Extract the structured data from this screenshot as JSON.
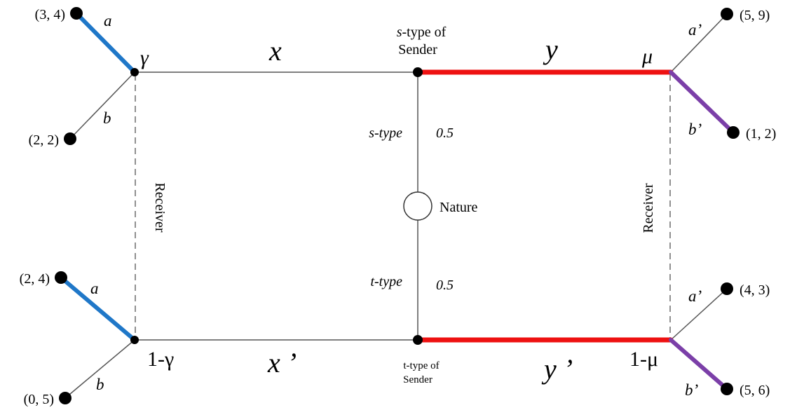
{
  "diagram": {
    "nodes": {
      "sender_s": {
        "label_line1": "s",
        "label_line1_suffix": "-type of",
        "label_line2": "Sender"
      },
      "sender_t": {
        "label_line1": "t-type of",
        "label_line2": "Sender"
      },
      "nature": {
        "label": "Nature"
      },
      "left_top": {
        "belief": "γ"
      },
      "left_bottom": {
        "belief": "1-γ"
      },
      "right_top": {
        "belief": "μ"
      },
      "right_bottom": {
        "belief": "1-μ"
      }
    },
    "edges": {
      "x": "x",
      "x_prime": "x ’",
      "y": "y",
      "y_prime": "y ’",
      "s_type": "s-type",
      "t_type": "t-type",
      "prob_s": "0.5",
      "prob_t": "0.5",
      "a_top_left": "a",
      "b_top_left": "b",
      "a_bottom_left": "a",
      "b_bottom_left": "b",
      "a_top_right": "a’",
      "b_top_right": "b’",
      "a_bottom_right": "a’",
      "b_bottom_right": "b’"
    },
    "info_sets": {
      "left": "Receiver",
      "right": "Receiver"
    },
    "payoffs": {
      "top_left_a": "(3, 4)",
      "top_left_b": "(2, 2)",
      "bottom_left_a": "(2, 4)",
      "bottom_left_b": "(0, 5)",
      "top_right_a": "(5, 9)",
      "top_right_b": "(1, 2)",
      "bottom_right_a": "(4, 3)",
      "bottom_right_b": "(5, 6)"
    },
    "colors": {
      "line": "#555555",
      "dot": "#000000",
      "blue": "#1f77c8",
      "red": "#ee1111",
      "purple": "#7b3fa8"
    }
  }
}
